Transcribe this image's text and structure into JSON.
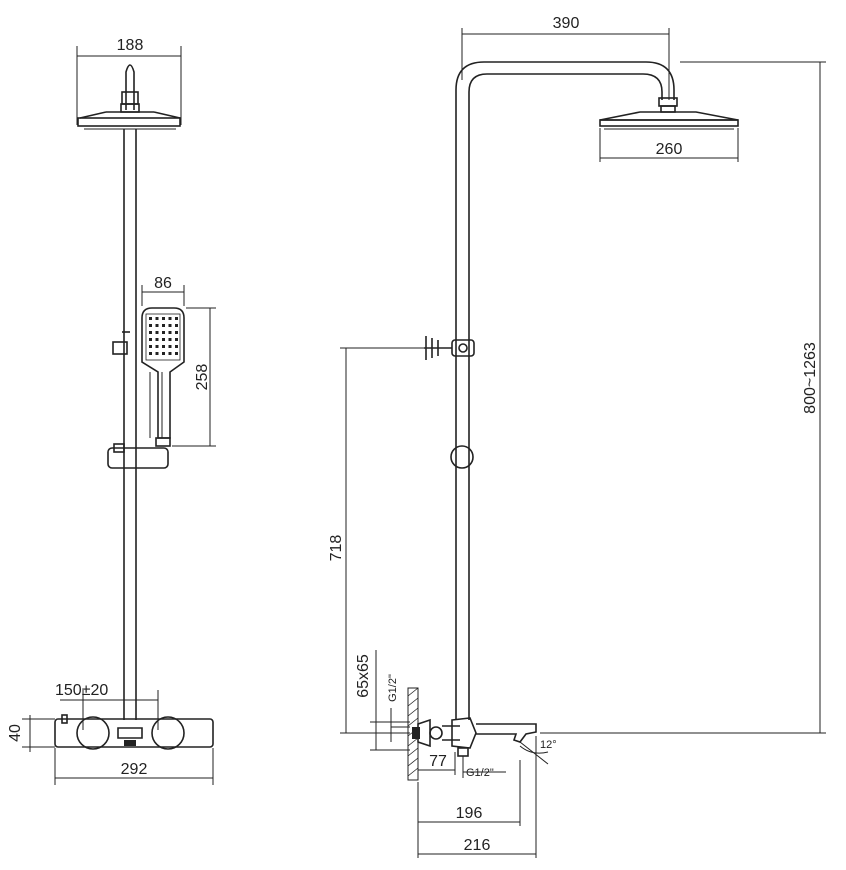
{
  "dimensions": {
    "shower_head_side_width": "188",
    "hand_shower_width": "86",
    "hand_shower_length": "258",
    "inlet_spacing": "150±20",
    "mixer_depth": "40",
    "mixer_length": "292",
    "arm_reach": "390",
    "shower_head_diameter": "260",
    "height_range": "800~1263",
    "bracket_height": "718",
    "wall_box": "65x65",
    "thread_vertical": "G1/2\"",
    "thread_horizontal": "G1/2\"",
    "inlet_offset": "77",
    "spout_angle": "12°",
    "spout_reach_inner": "196",
    "spout_reach_outer": "216"
  }
}
